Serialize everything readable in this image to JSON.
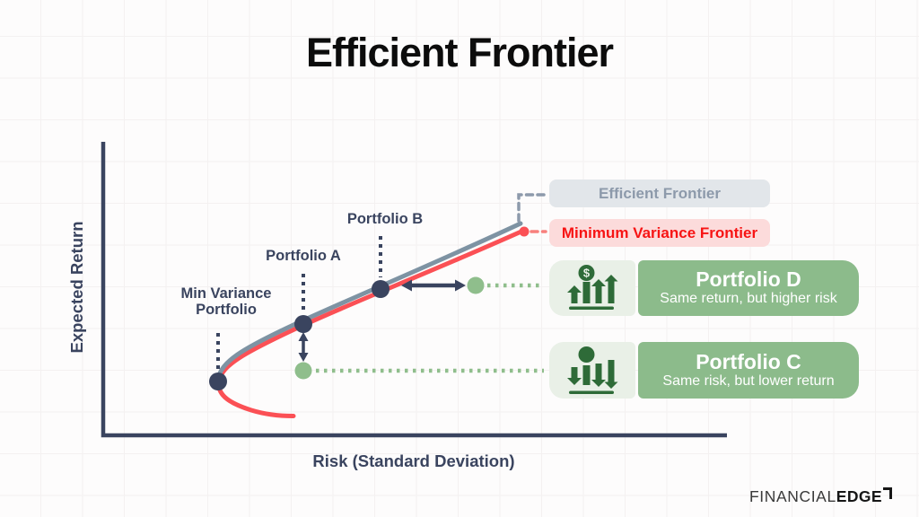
{
  "title": "Efficient Frontier",
  "axes": {
    "y_label": "Expected Return",
    "x_label": "Risk (Standard Deviation)"
  },
  "legend": {
    "efficient": "Efficient Frontier",
    "min_variance": "Minimum Variance Frontier"
  },
  "points": {
    "min_variance": {
      "line1": "Min Variance",
      "line2": "Portfolio"
    },
    "a": "Portfolio A",
    "b": "Portfolio B"
  },
  "callouts": {
    "d": {
      "name": "Portfolio D",
      "desc": "Same return, but higher risk",
      "icon": "money-growth-icon"
    },
    "c": {
      "name": "Portfolio C",
      "desc": "Same risk, but lower return",
      "icon": "money-decline-icon"
    }
  },
  "icons": {
    "dollar": "$"
  },
  "logo": {
    "first": "FINANCIAL",
    "second": "EDGE"
  },
  "colors": {
    "navy": "#3a445f",
    "curve_red": "#fb5055",
    "bright_red": "#f71414",
    "pink_box": "#fcdbdb",
    "slate_curve": "#7e93a3",
    "slate_box": "#e2e6ea",
    "slate_text": "#8d9aab",
    "green": "#8fbe8c",
    "green_box": "#8cbb8b",
    "green_tile": "#e9f0e7",
    "icon_green": "#2e6b38",
    "title_black": "#0c0c0c"
  },
  "figure": {
    "type": "conceptual-curve",
    "curves": [
      {
        "name": "Efficient Frontier",
        "color": "#7e93a3",
        "style": "solid",
        "segment": "upper branch from Min Variance Portfolio to top right"
      },
      {
        "name": "Minimum Variance Frontier",
        "color": "#fb5055",
        "style": "solid",
        "segment": "full hyperbola including inefficient lower tail"
      }
    ],
    "marked_points": [
      "Min Variance Portfolio",
      "Portfolio A",
      "Portfolio B",
      "Portfolio D",
      "Portfolio C"
    ],
    "relations": [
      "Portfolio D lies right of Portfolio B: same return, but higher risk",
      "Portfolio C lies below Portfolio A: same risk, but lower return"
    ]
  }
}
